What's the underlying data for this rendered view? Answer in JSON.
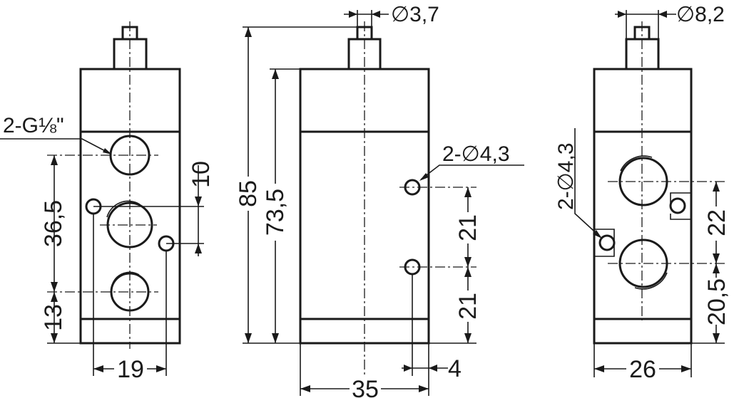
{
  "labels": {
    "port_thread": "2-G⅛\"",
    "dim_36_5": "36,5",
    "dim_13": "13",
    "dim_10": "10",
    "dim_19": "19",
    "dim_phi_3_7": "∅3,7",
    "dim_85": "85",
    "dim_73_5": "73,5",
    "dim_2_phi_4_3_side": "2-∅4,3",
    "dim_21_top": "21",
    "dim_21_bottom": "21",
    "dim_4": "4",
    "dim_35": "35",
    "dim_phi_8_2": "∅8,2",
    "dim_2_phi_4_3_right": "2-∅4,3",
    "dim_22": "22",
    "dim_20_5": "20,5",
    "dim_26": "26"
  },
  "colors": {
    "line": "#1a1a1a",
    "background": "#ffffff"
  }
}
